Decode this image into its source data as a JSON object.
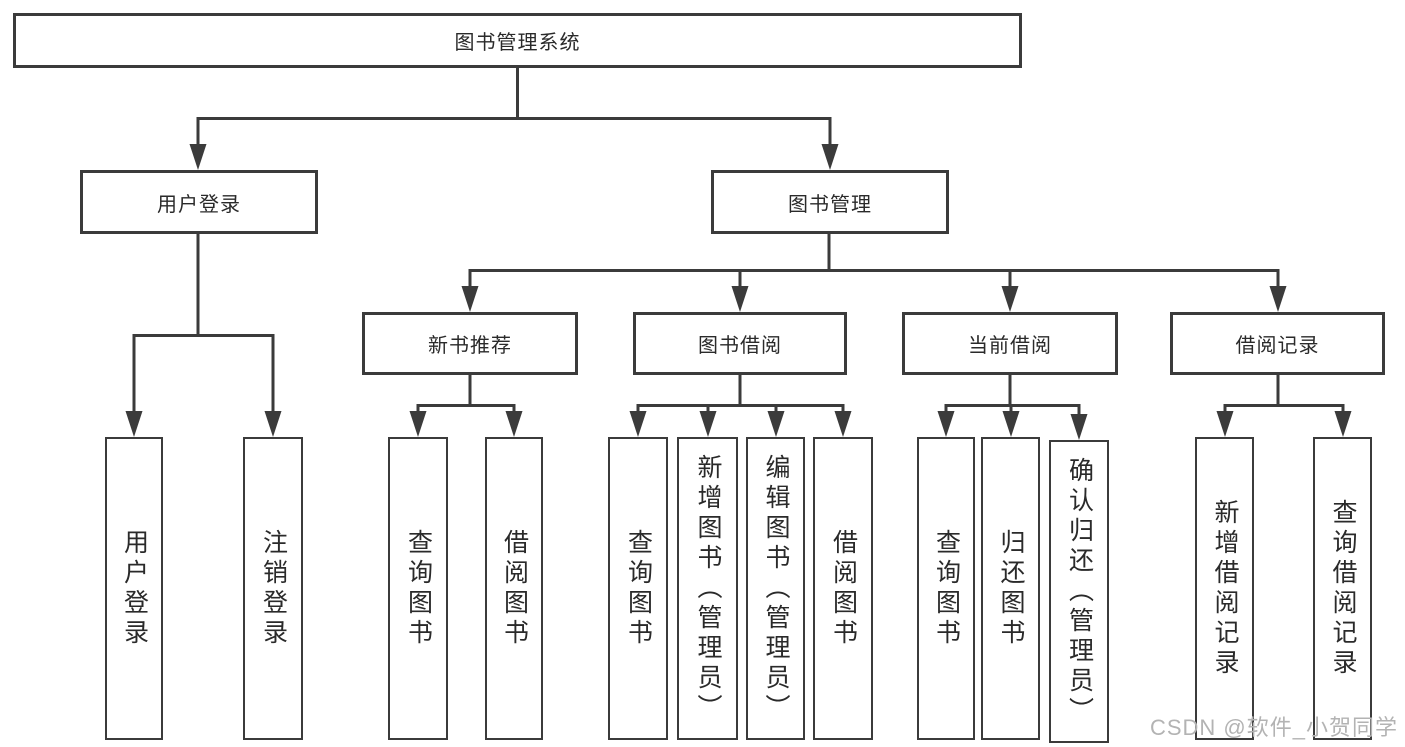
{
  "diagram": {
    "tree": {
      "root": {
        "label": "图书管理系统"
      },
      "branches": [
        {
          "label": "用户登录",
          "children": [
            "用户登录",
            "注销登录"
          ]
        },
        {
          "label": "图书管理",
          "children": [
            {
              "label": "新书推荐",
              "children": [
                "查询图书",
                "借阅图书"
              ]
            },
            {
              "label": "图书借阅",
              "children": [
                "查询图书",
                "新增图书（管理员）",
                "编辑图书（管理员）",
                "借阅图书"
              ]
            },
            {
              "label": "当前借阅",
              "children": [
                "查询图书",
                "归还图书",
                "确认归还（管理员）"
              ]
            },
            {
              "label": "借阅记录",
              "children": [
                "新增借阅记录",
                "查询借阅记录"
              ]
            }
          ]
        }
      ]
    }
  },
  "watermark": {
    "text": "CSDN @软件_小贺同学"
  },
  "colors": {
    "line": "#3b3b3b",
    "box_border": "#3b3b3b",
    "box_fill": "#ffffff",
    "text": "#2a2a2a",
    "watermark": "#b3b3b3",
    "background": "#ffffff"
  }
}
